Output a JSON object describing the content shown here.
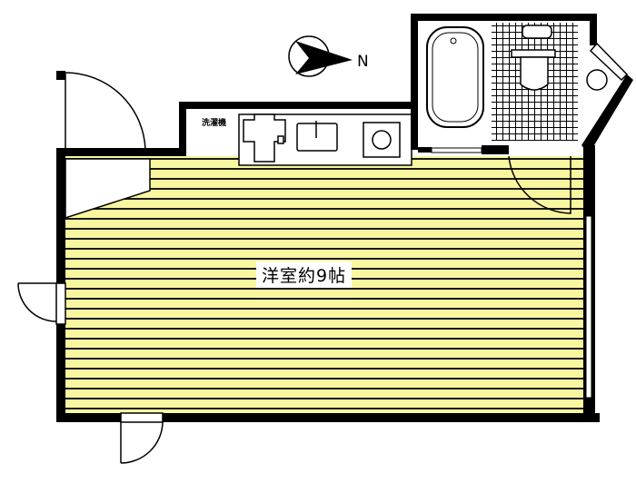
{
  "plan": {
    "room_label": "洋室約9帖",
    "washer_label": "洗濯機",
    "compass_label": "N"
  },
  "colors": {
    "floor": "#f8f7a0",
    "stripe": "#1a1a1a",
    "wall": "#000000",
    "tile": "#000000"
  }
}
